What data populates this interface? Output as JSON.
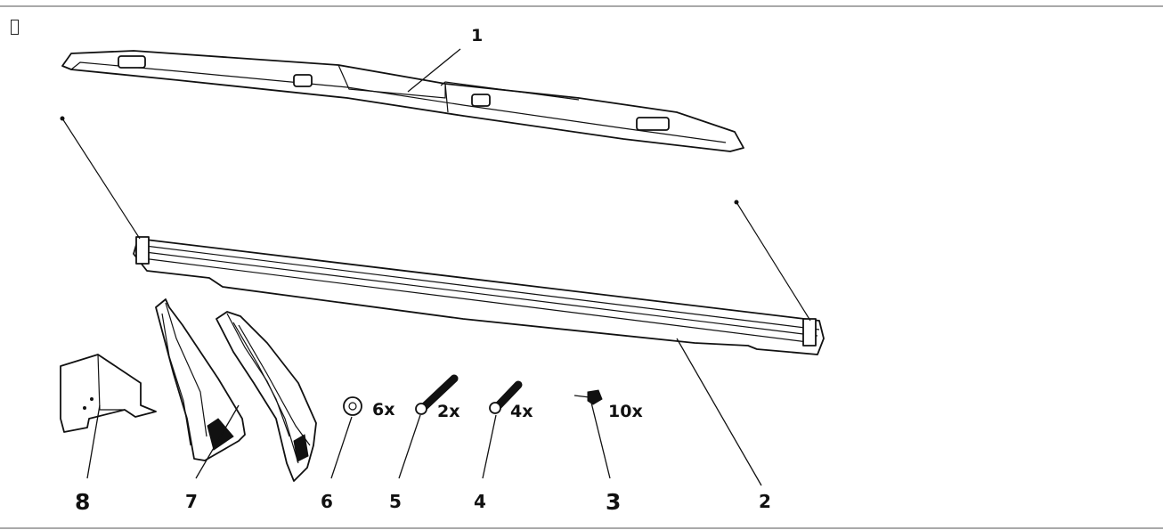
{
  "diagram": {
    "callouts": [
      {
        "id": "1",
        "label": "1"
      },
      {
        "id": "2",
        "label": "2"
      },
      {
        "id": "3",
        "label": "3"
      },
      {
        "id": "4",
        "label": "4"
      },
      {
        "id": "5",
        "label": "5"
      },
      {
        "id": "6",
        "label": "6"
      },
      {
        "id": "7",
        "label": "7"
      },
      {
        "id": "8",
        "label": "8"
      }
    ],
    "quantities": {
      "part3": "10x",
      "part4": "4x",
      "part5": "2x",
      "part6": "6x"
    }
  }
}
